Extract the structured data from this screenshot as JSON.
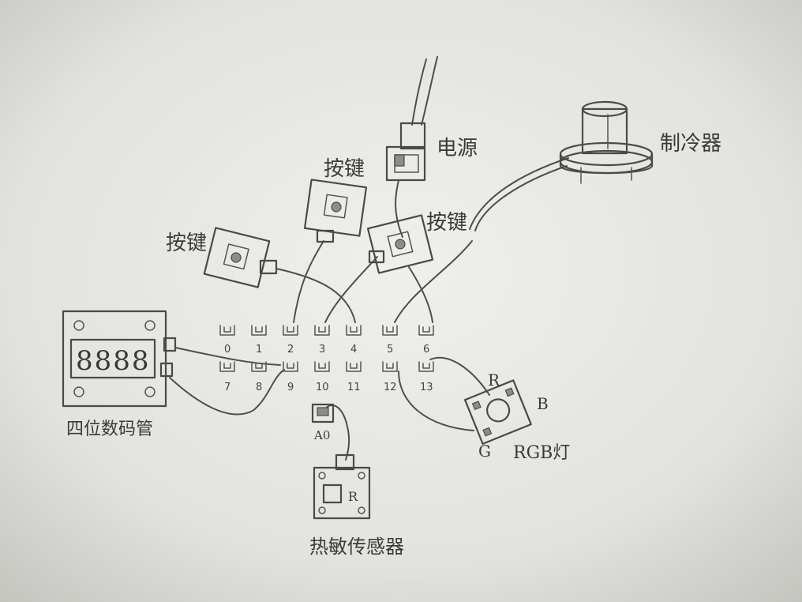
{
  "labels": {
    "power": "电源",
    "button_top": "按键",
    "button_left": "按键",
    "button_right": "按键",
    "servo": "制冷器",
    "display": "四位数码管",
    "rgb": "RGB灯",
    "rgb_r": "R",
    "rgb_g": "G",
    "rgb_b": "B",
    "thermistor": "热敏传感器",
    "thermistor_pin": "A0",
    "thermistor_mark": "R",
    "display_digits": "8888"
  },
  "ports": {
    "row1": [
      "0",
      "1",
      "2",
      "3",
      "4",
      "5",
      "6"
    ],
    "row2": [
      "7",
      "8",
      "9",
      "10",
      "11",
      "12",
      "13"
    ]
  }
}
